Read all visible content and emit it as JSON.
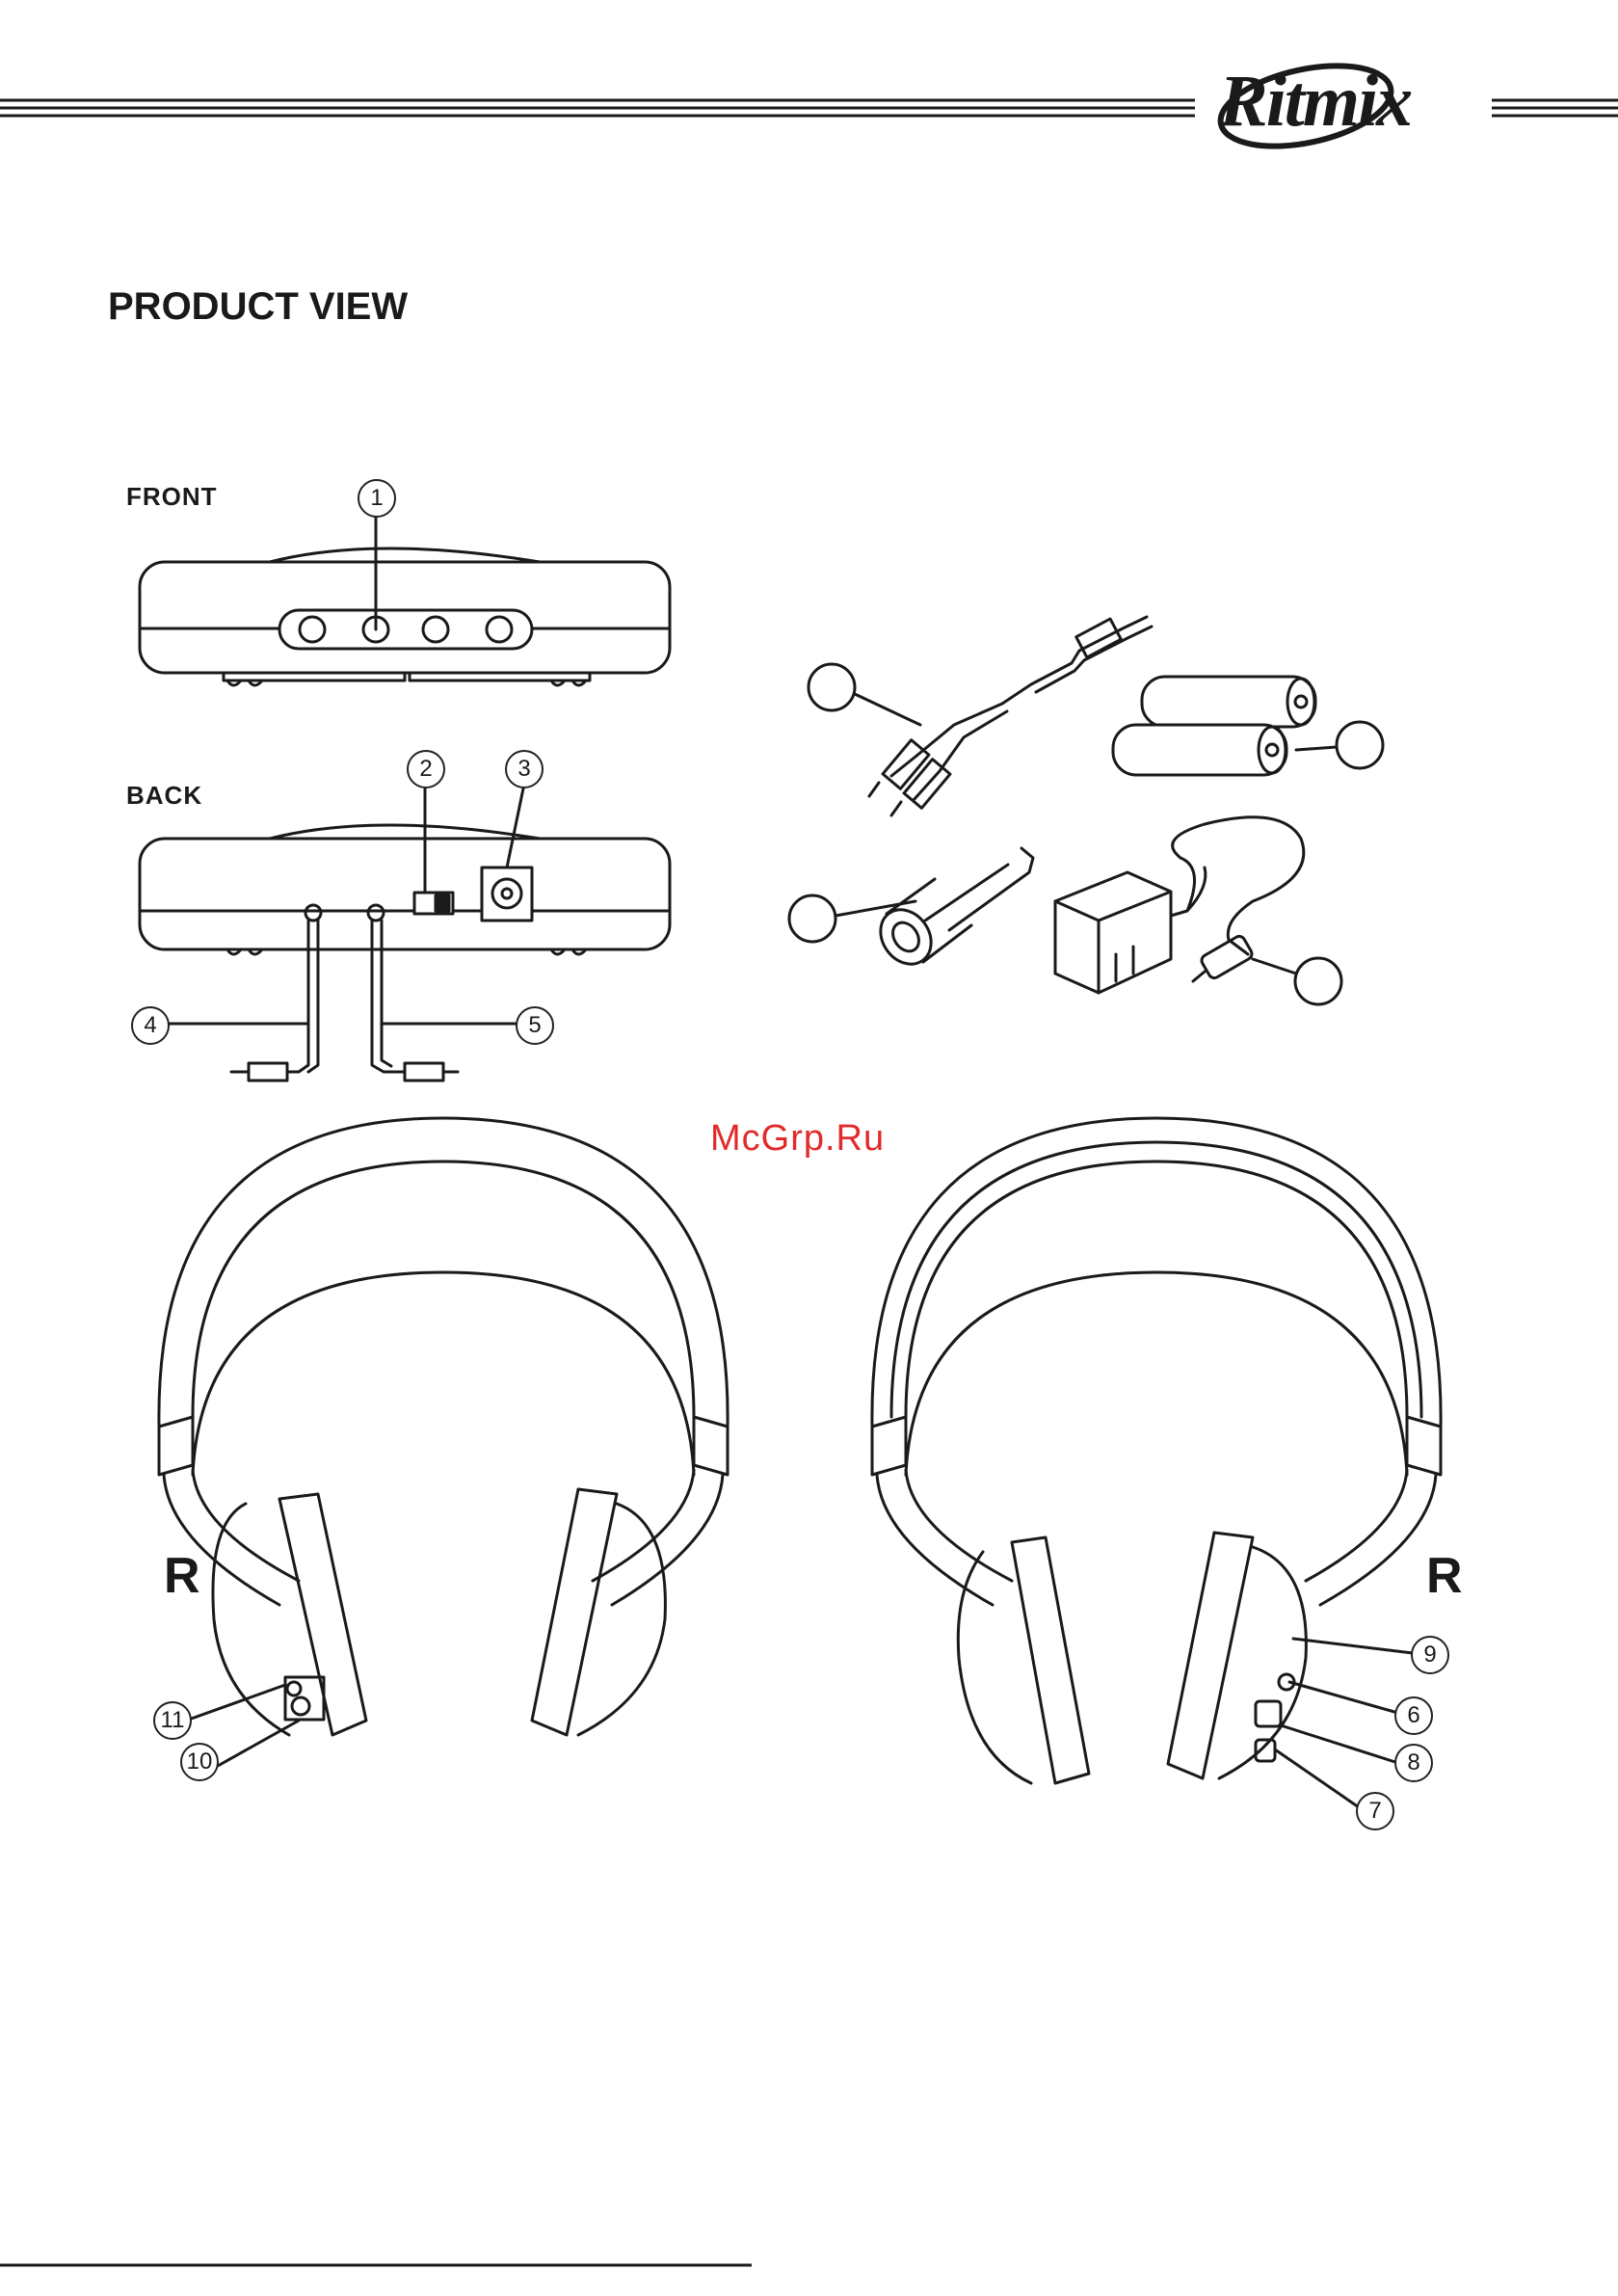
{
  "brand": {
    "name": "Ritmix"
  },
  "page": {
    "title": "PRODUCT VIEW"
  },
  "views": {
    "front_label": "FRONT",
    "back_label": "BACK"
  },
  "watermark": "McGrp.Ru",
  "headphones": {
    "left_side_mark": "R",
    "right_side_mark": "R"
  },
  "callouts": {
    "c1": "1",
    "c2": "2",
    "c3": "3",
    "c4": "4",
    "c5": "5",
    "c6": "6",
    "c7": "7",
    "c8": "8",
    "c9": "9",
    "c10": "10",
    "c11": "11"
  },
  "colors": {
    "ink": "#1a1a1a",
    "watermark": "#e22a2a"
  },
  "icons": [
    "transmitter-front",
    "transmitter-back",
    "rca-cable-icon",
    "aaa-battery-icon",
    "jack-adapter-icon",
    "power-adapter-icon",
    "headphones-left-icon",
    "headphones-right-icon"
  ]
}
